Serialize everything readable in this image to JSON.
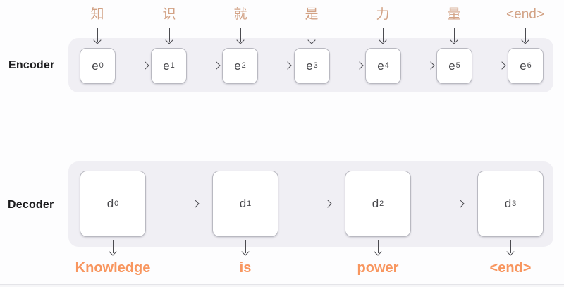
{
  "encoder": {
    "label": "Encoder",
    "inputs": [
      "知",
      "识",
      "就",
      "是",
      "力",
      "量",
      "<end>"
    ],
    "cells": [
      {
        "base": "e",
        "sub": "0"
      },
      {
        "base": "e",
        "sub": "1"
      },
      {
        "base": "e",
        "sub": "2"
      },
      {
        "base": "e",
        "sub": "3"
      },
      {
        "base": "e",
        "sub": "4"
      },
      {
        "base": "e",
        "sub": "5"
      },
      {
        "base": "e",
        "sub": "6"
      }
    ]
  },
  "decoder": {
    "label": "Decoder",
    "cells": [
      {
        "base": "d",
        "sub": "0"
      },
      {
        "base": "d",
        "sub": "1"
      },
      {
        "base": "d",
        "sub": "2"
      },
      {
        "base": "d",
        "sub": "3"
      }
    ],
    "outputs": [
      "Knowledge",
      "is",
      "power",
      "<end>"
    ]
  },
  "colors": {
    "input_token": "#d2a285",
    "output_token": "#f8965f",
    "strip_bg": "#f0eff4",
    "box_border": "#b9b9c1",
    "arrow": "#4b4b50",
    "section_label": "#1b1b1d"
  }
}
